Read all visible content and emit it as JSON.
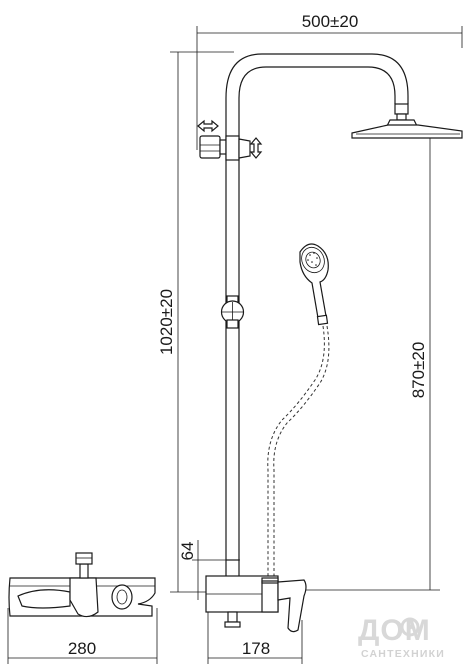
{
  "dimensions": {
    "arm_width": "500±20",
    "total_height": "1020±20",
    "head_height": "870±20",
    "mixer_height": "64",
    "mixer_width": "280",
    "mixer_depth": "178"
  },
  "watermark": {
    "brand": "ДОМ",
    "subtitle": "САНТЕХНИКИ"
  }
}
